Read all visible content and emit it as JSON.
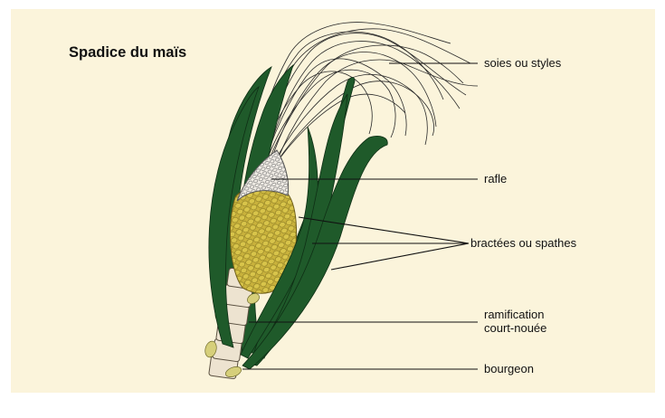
{
  "title": "Spadice du maïs",
  "labels": {
    "silks": "soies ou styles",
    "cob": "rafle",
    "bracts": "bractées ou spathes",
    "shank_line1": "ramification",
    "shank_line2": "court-nouée",
    "bud": "bourgeon"
  },
  "colors": {
    "background": "#fbf4db",
    "leaf": "#1f5a2a",
    "kernels": "#c9b23c",
    "cob_tip": "#ece7df",
    "stalk": "#ede3d0",
    "bud": "#d6cf7a"
  }
}
